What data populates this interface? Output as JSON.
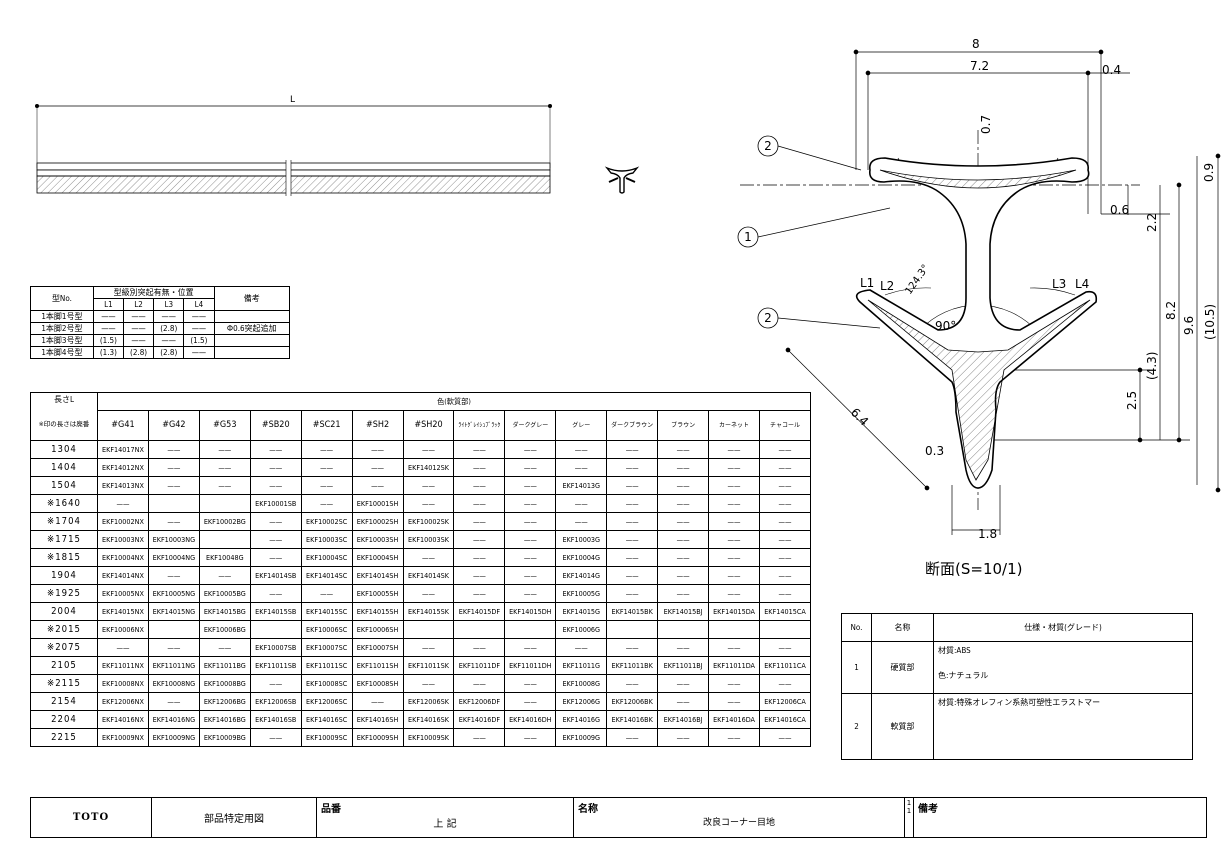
{
  "elevation": {
    "length_label": "L"
  },
  "section": {
    "caption": "断面(S=10/1)",
    "dims": {
      "d8": "8",
      "d7_2": "7.2",
      "d0_4": "0.4",
      "d0_7": "0.7",
      "d0_9": "0.9",
      "d0_6": "0.6",
      "d2_2": "2.2",
      "d8_2": "8.2",
      "d9_6": "9.6",
      "d10_5": "(10.5)",
      "d4_3": "(4.3)",
      "d2_5": "2.5",
      "d6_4": "6.4",
      "d0_3": "0.3",
      "d1_8": "1.8",
      "a124": "124.3°",
      "a90": "90°",
      "l1": "L1",
      "l2": "L2",
      "l3": "L3",
      "l4": "L4"
    },
    "balloons": [
      "2",
      "1",
      "2"
    ]
  },
  "type_table": {
    "h_model": "型No.",
    "h_protrusion": "型級別突起有無・位置",
    "h_note": "備考",
    "sub": [
      "L1",
      "L2",
      "L3",
      "L4"
    ],
    "rows": [
      {
        "name": "1本脚1号型",
        "c": [
          "——",
          "——",
          "——",
          "——"
        ],
        "note": ""
      },
      {
        "name": "1本脚2号型",
        "c": [
          "——",
          "——",
          "(2.8)",
          "——"
        ],
        "note": "Ф0.6突起追加"
      },
      {
        "name": "1本脚3号型",
        "c": [
          "(1.5)",
          "——",
          "——",
          "(1.5)"
        ],
        "note": ""
      },
      {
        "name": "1本脚4号型",
        "c": [
          "(1.3)",
          "(2.8)",
          "(2.8)",
          "——"
        ],
        "note": ""
      }
    ]
  },
  "color_table": {
    "h_length": "長さL",
    "h_color": "色(軟質部)",
    "h_note": "※印の長さは廃番",
    "colors": [
      "#G41",
      "#G42",
      "#G53",
      "#SB20",
      "#SC21",
      "#SH2",
      "#SH20",
      "ﾗｲﾄｸﾞﾚｲｼｭﾌﾞﾗｯｸ",
      "ダークグレー",
      "グレー",
      "ダークブラウン",
      "ブラウン",
      "カーネット",
      "チャコール"
    ],
    "rows": [
      {
        "len": "1304",
        "v": [
          "EKF14017NX",
          "——",
          "——",
          "——",
          "——",
          "——",
          "——",
          "——",
          "——",
          "——",
          "——",
          "——",
          "——",
          "——"
        ]
      },
      {
        "len": "1404",
        "v": [
          "EKF14012NX",
          "——",
          "——",
          "——",
          "——",
          "——",
          "EKF14012SK",
          "——",
          "——",
          "——",
          "——",
          "——",
          "——",
          "——"
        ]
      },
      {
        "len": "1504",
        "v": [
          "EKF14013NX",
          "——",
          "——",
          "——",
          "——",
          "——",
          "——",
          "——",
          "——",
          "EKF14013G",
          "——",
          "——",
          "——",
          "——"
        ]
      },
      {
        "len": "※1640",
        "v": [
          "——",
          "",
          "",
          "EKF10001SB",
          "——",
          "EKF10001SH",
          "——",
          "——",
          "——",
          "——",
          "——",
          "——",
          "——",
          "——"
        ]
      },
      {
        "len": "※1704",
        "v": [
          "EKF10002NX",
          "——",
          "EKF10002BG",
          "——",
          "EKF10002SC",
          "EKF10002SH",
          "EKF10002SK",
          "——",
          "——",
          "——",
          "——",
          "——",
          "——",
          "——"
        ]
      },
      {
        "len": "※1715",
        "v": [
          "EKF10003NX",
          "EKF10003NG",
          "",
          "——",
          "EKF10003SC",
          "EKF10003SH",
          "EKF10003SK",
          "——",
          "——",
          "EKF10003G",
          "——",
          "——",
          "——",
          "——"
        ]
      },
      {
        "len": "※1815",
        "v": [
          "EKF10004NX",
          "EKF10004NG",
          "EKF10048G",
          "——",
          "EKF10004SC",
          "EKF10004SH",
          "——",
          "——",
          "——",
          "EKF10004G",
          "——",
          "——",
          "——",
          "——"
        ]
      },
      {
        "len": "1904",
        "v": [
          "EKF14014NX",
          "——",
          "——",
          "EKF14014SB",
          "EKF14014SC",
          "EKF14014SH",
          "EKF14014SK",
          "——",
          "——",
          "EKF14014G",
          "——",
          "——",
          "——",
          "——"
        ]
      },
      {
        "len": "※1925",
        "v": [
          "EKF10005NX",
          "EKF10005NG",
          "EKF10005BG",
          "——",
          "——",
          "EKF10005SH",
          "——",
          "——",
          "——",
          "EKF10005G",
          "——",
          "——",
          "——",
          "——"
        ]
      },
      {
        "len": "2004",
        "v": [
          "EKF14015NX",
          "EKF14015NG",
          "EKF14015BG",
          "EKF14015SB",
          "EKF14015SC",
          "EKF14015SH",
          "EKF14015SK",
          "EKF14015DF",
          "EKF14015DH",
          "EKF14015G",
          "EKF14015BK",
          "EKF14015BJ",
          "EKF14015DA",
          "EKF14015CA"
        ]
      },
      {
        "len": "※2015",
        "v": [
          "EKF10006NX",
          "",
          "EKF10006BG",
          "",
          "EKF10006SC",
          "EKF10006SH",
          "",
          "",
          "",
          "EKF10006G",
          "",
          "",
          "",
          ""
        ]
      },
      {
        "len": "※2075",
        "v": [
          "——",
          "——",
          "——",
          "EKF10007SB",
          "EKF10007SC",
          "EKF10007SH",
          "——",
          "——",
          "——",
          "——",
          "——",
          "——",
          "——",
          "——"
        ]
      },
      {
        "len": "2105",
        "v": [
          "EKF11011NX",
          "EKF11011NG",
          "EKF11011BG",
          "EKF11011SB",
          "EKF11011SC",
          "EKF11011SH",
          "EKF11011SK",
          "EKF11011DF",
          "EKF11011DH",
          "EKF11011G",
          "EKF11011BK",
          "EKF11011BJ",
          "EKF11011DA",
          "EKF11011CA"
        ]
      },
      {
        "len": "※2115",
        "v": [
          "EKF10008NX",
          "EKF10008NG",
          "EKF10008BG",
          "——",
          "EKF10008SC",
          "EKF10008SH",
          "——",
          "——",
          "——",
          "EKF10008G",
          "——",
          "——",
          "——",
          "——"
        ]
      },
      {
        "len": "2154",
        "v": [
          "EKF12006NX",
          "——",
          "EKF12006BG",
          "EKF12006SB",
          "EKF12006SC",
          "——",
          "EKF12006SK",
          "EKF12006DF",
          "——",
          "EKF12006G",
          "EKF12006BK",
          "——",
          "——",
          "EKF12006CA"
        ]
      },
      {
        "len": "2204",
        "v": [
          "EKF14016NX",
          "EKF14016NG",
          "EKF14016BG",
          "EKF14016SB",
          "EKF14016SC",
          "EKF14016SH",
          "EKF14016SK",
          "EKF14016DF",
          "EKF14016DH",
          "EKF14016G",
          "EKF14016BK",
          "EKF14016BJ",
          "EKF14016DA",
          "EKF14016CA"
        ]
      },
      {
        "len": "2215",
        "v": [
          "EKF10009NX",
          "EKF10009NG",
          "EKF10009BG",
          "——",
          "EKF10009SC",
          "EKF10009SH",
          "EKF10009SK",
          "——",
          "——",
          "EKF10009G",
          "——",
          "——",
          "——",
          "——"
        ]
      }
    ]
  },
  "material_table": {
    "h_no": "No.",
    "h_name": "名称",
    "h_spec": "仕様・材質(グレード)",
    "rows": [
      {
        "no": "1",
        "name": "硬質部",
        "spec1": "材質:ABS",
        "spec2": "色:ナチュラル"
      },
      {
        "no": "2",
        "name": "軟質部",
        "spec1": "材質:特殊オレフィン系熱可塑性エラストマー",
        "spec2": ""
      }
    ]
  },
  "title_block": {
    "logo": "TOTO",
    "drawing_type": "部品特定用図",
    "part_no_label": "品番",
    "part_no_value": "上 記",
    "name_label": "名称",
    "name_value": "改良コーナー目地",
    "sheet": "1",
    "sheet_total": "1",
    "remarks_label": "備考"
  }
}
